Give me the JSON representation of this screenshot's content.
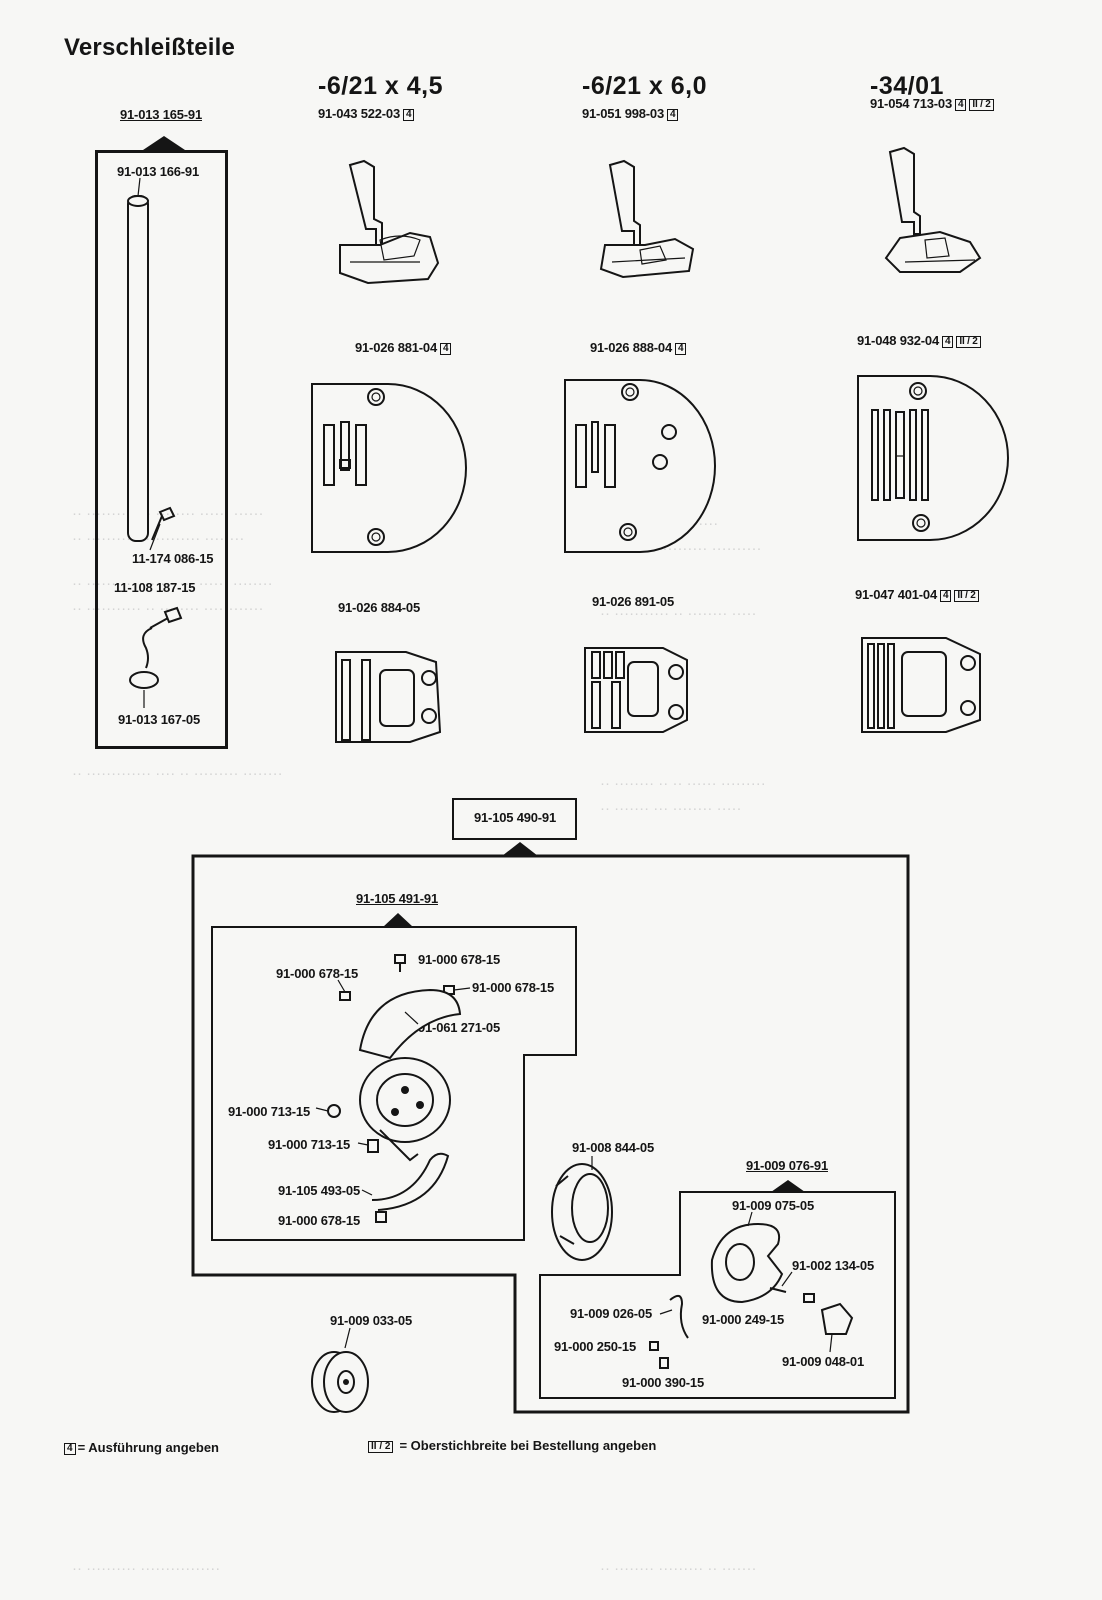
{
  "page": {
    "title": "Verschleißteile"
  },
  "columns": [
    {
      "variant": "-6/21 x 4,5",
      "foot_pn": "91-043 522-03",
      "foot_tag": "4",
      "plate_pn": "91-026 881-04",
      "plate_tag": "4",
      "feed_pn": "91-026 884-05"
    },
    {
      "variant": "-6/21 x 6,0",
      "foot_pn": "91-051 998-03",
      "foot_tag": "4",
      "plate_pn": "91-026 888-04",
      "plate_tag": "4",
      "feed_pn": "91-026 891-05"
    },
    {
      "variant": "-34/01",
      "foot_pn": "91-054 713-03",
      "foot_tag": "4",
      "foot_tag2": "II / 2",
      "plate_pn": "91-048 932-04",
      "plate_tag": "4",
      "plate_tag2": "II / 2",
      "feed_pn": "91-047 401-04",
      "feed_tag": "4",
      "feed_tag2": "II / 2"
    }
  ],
  "bar_assembly": {
    "assembly_pn": "91-013 165-91",
    "rod_pn": "91-013 166-91",
    "screw1_pn": "11-174 086-15",
    "screw2_pn": "11-108 187-15",
    "hook_pn": "91-013 167-05"
  },
  "hook_assembly": {
    "assembly_pn": "91-105 490-91",
    "sub1_pn": "91-105 491-91",
    "screw_a": "91-000 678-15",
    "screw_b": "91-000 678-15",
    "screw_c": "91-000 678-15",
    "screw_d": "91-000 678-15",
    "gib_pn": "91-061 271-05",
    "spring_a": "91-000 713-15",
    "spring_b": "91-000 713-15",
    "retainer_pn": "91-105 493-05",
    "bobbin_case_pn": "91-008 844-05",
    "bobbin_pn": "91-009 033-05",
    "sub2_pn": "91-009 076-91",
    "case_pn": "91-009 075-05",
    "latch_pn": "91-002 134-05",
    "tension_spring_pn": "91-009 026-05",
    "screw_e": "91-000 249-15",
    "screw_f": "91-000 250-15",
    "screw_g": "91-000 390-15",
    "lever_pn": "91-009 048-01"
  },
  "legend": {
    "note1_box": "4",
    "note1_text": "= Ausführung angeben",
    "note2_box": "II / 2",
    "note2_text": "= Oberstichbreite bei Bestellung angeben"
  }
}
